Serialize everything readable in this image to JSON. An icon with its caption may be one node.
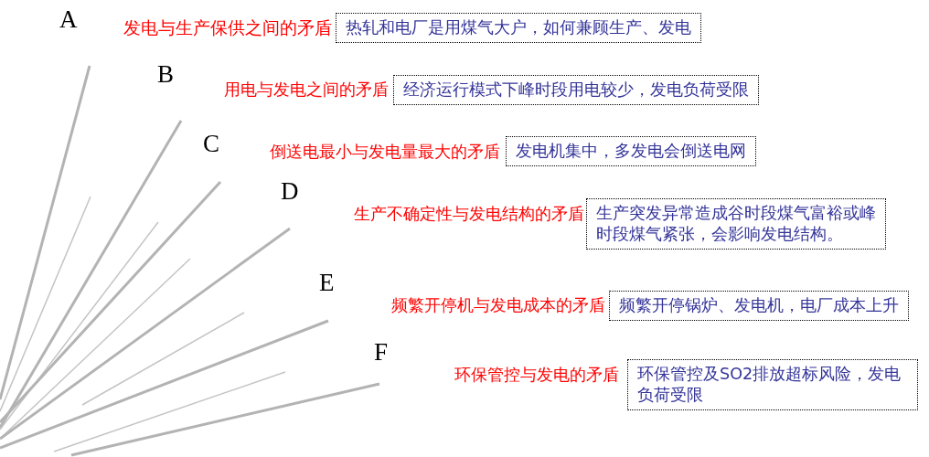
{
  "diagram": {
    "nodes": [
      {
        "text": [
          "发电与生产保供之间的矛盾",
          "热轧和电厂是用煤气大户，如何兼顾生产、发电"
        ]
      },
      {
        "text": [
          "用电与发电之间的矛盾",
          "经济运行模式下峰时段用电较少，发电负荷受限"
        ]
      },
      {
        "text": [
          "倒送电最小与发电量最大的矛盾",
          "发电机集中，多发电会倒送电网"
        ]
      },
      {
        "text": [
          "生产不确定性与发电结构的矛盾",
          "生产突发异常造成谷时段煤气富裕或峰时段煤气紧张，会影响发电结构。"
        ]
      },
      {
        "text": [
          "频繁开停机与发电成本的矛盾",
          "频繁开停锅炉、发电机，电厂成本上升"
        ]
      },
      {
        "text": [
          "环保管控与发电的矛盾",
          "环保管控及SO2排放超标风险，发电负荷受限"
        ]
      }
    ],
    "labels": [
      "A",
      "B",
      "C",
      "D",
      "E",
      "F"
    ]
  }
}
